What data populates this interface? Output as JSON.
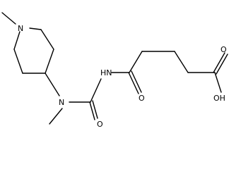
{
  "structure": {
    "colors": {
      "bond": "#000000",
      "background": "#ffffff"
    },
    "atoms": {
      "ring_n": "N",
      "urea_n": "N",
      "amide_nh": "HN",
      "carbonyl_o_urea": "O",
      "carbonyl_o_amide": "O",
      "acid_oh": "OH",
      "acid_o": "O"
    }
  }
}
